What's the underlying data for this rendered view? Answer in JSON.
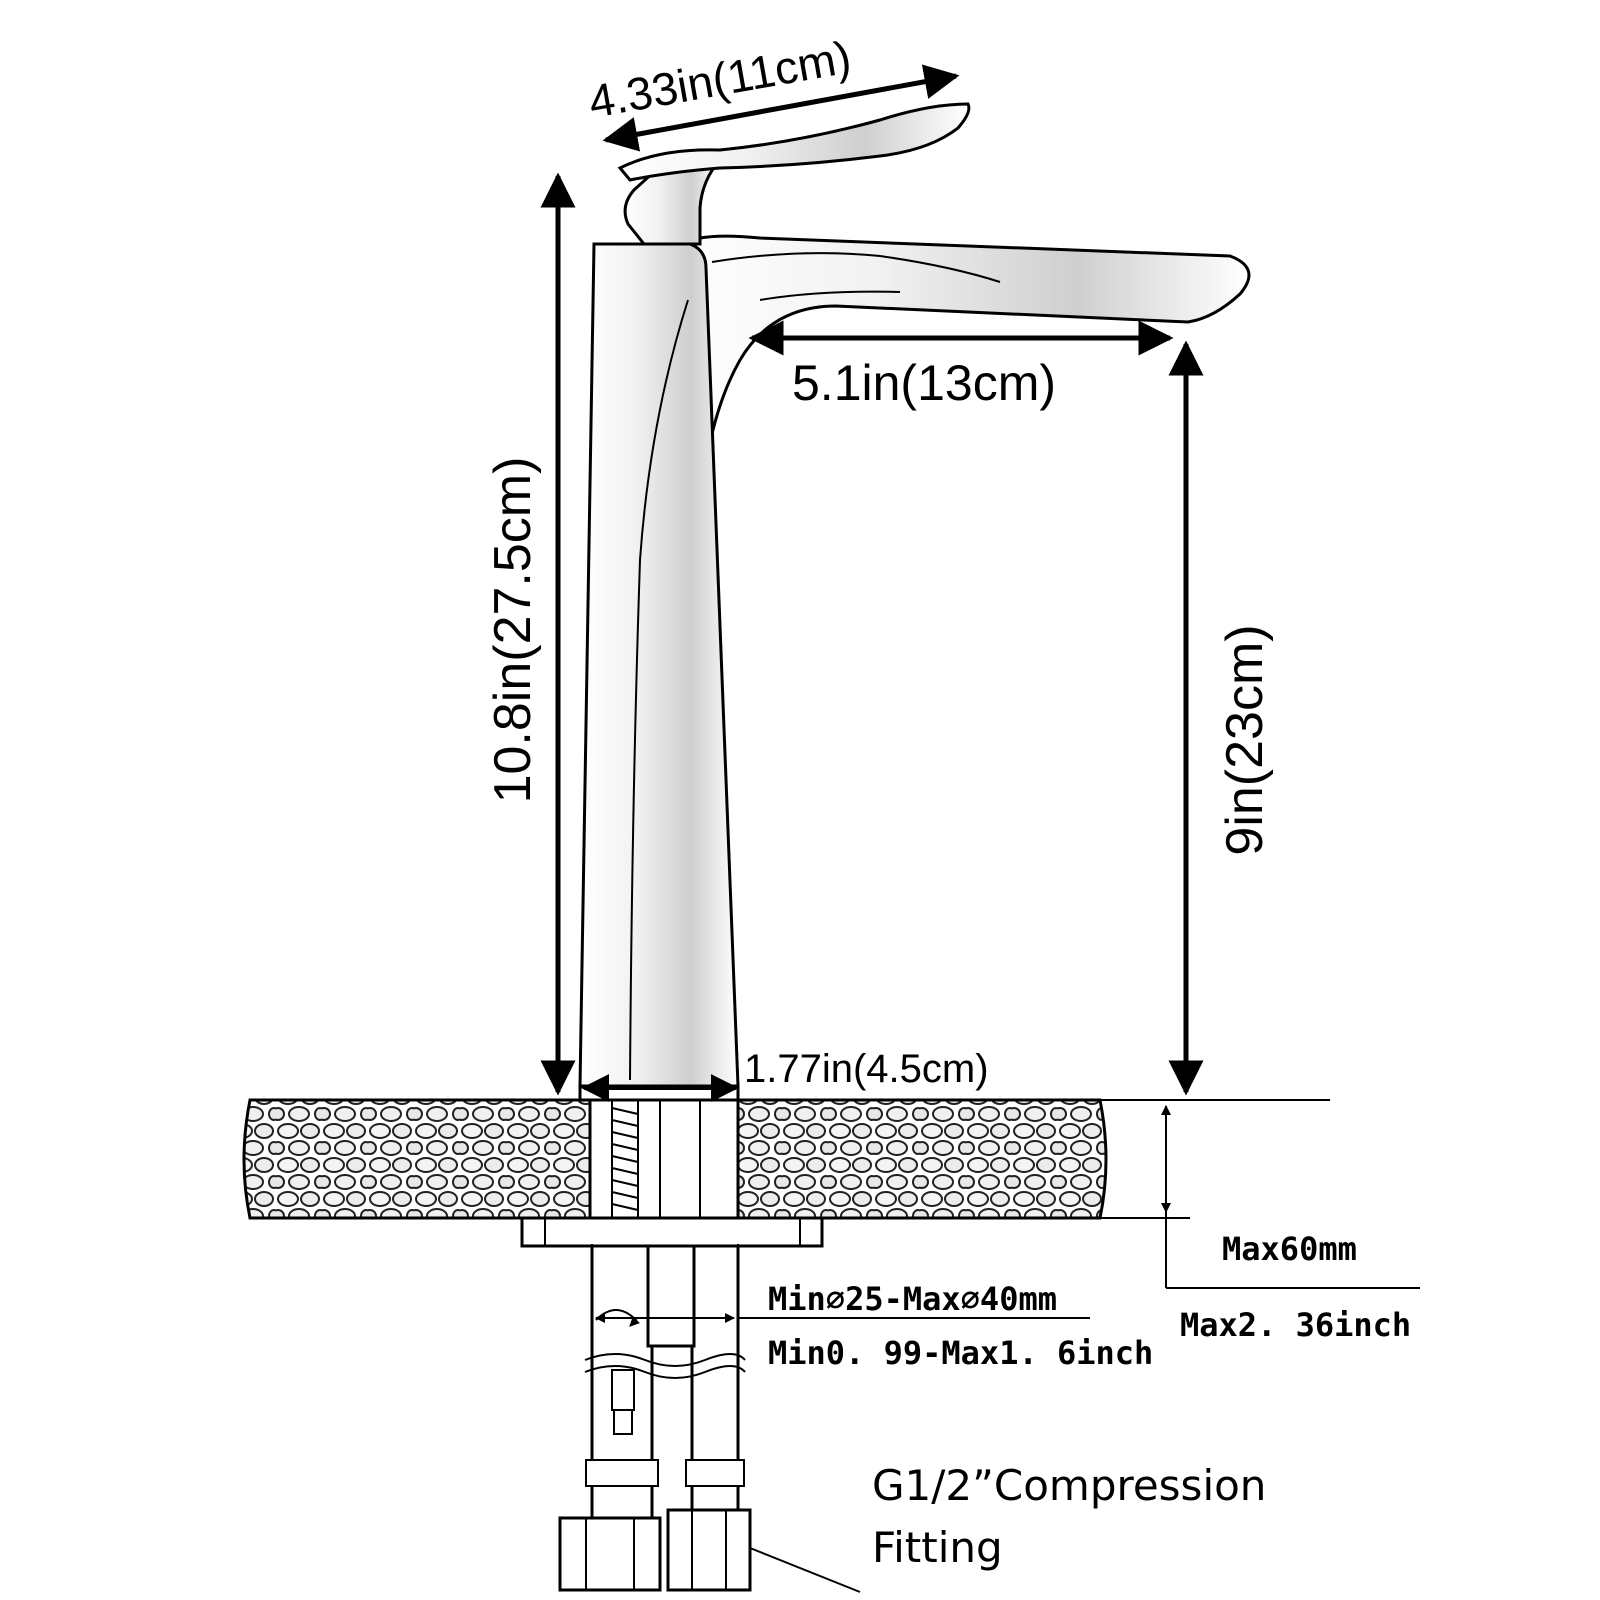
{
  "dimensions": {
    "handle_width": "4.33in(11cm)",
    "total_height": "10.8in(27.5cm)",
    "spout_reach": "5.1in(13cm)",
    "spout_height": "9in(23cm)",
    "base_diameter": "1.77in(4.5cm)",
    "deck_thickness_mm": "Max60mm",
    "deck_thickness_inch": "Max2. 36inch",
    "hole_range_mm": "Min⌀25-Max⌀40mm",
    "hole_range_inch": "Min0. 99-Max1. 6inch"
  },
  "notes": {
    "fitting_line1": "G1/2”Compression",
    "fitting_line2": "Fitting"
  },
  "colors": {
    "line": "#000000",
    "chrome_light": "#ffffff",
    "chrome_dark": "#9a9a9a"
  }
}
